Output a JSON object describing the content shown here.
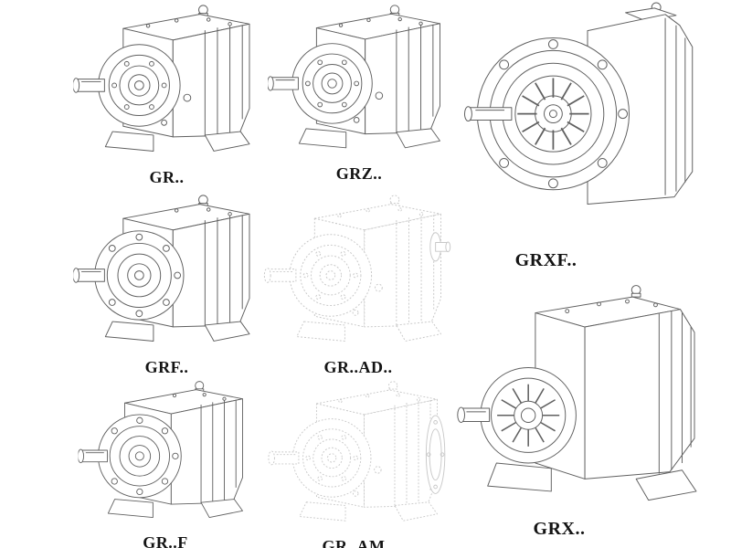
{
  "page": {
    "background_color": "#ffffff",
    "line_color": "#606060",
    "faded_line_color": "#c8c8c8",
    "label_color": "#141414"
  },
  "units": [
    {
      "label": "GR..",
      "drawing": "foot-mounted-helical-gear-reducer",
      "render_style": "solid"
    },
    {
      "label": "GRZ..",
      "drawing": "foot-mounted-helical-gear-reducer",
      "render_style": "solid"
    },
    {
      "label": "GRXF..",
      "drawing": "flange-mounted-helical-gear-reducer",
      "render_style": "solid"
    },
    {
      "label": "GRF..",
      "drawing": "flange-foot-helical-gear-reducer",
      "render_style": "solid"
    },
    {
      "label": "GR..AD..",
      "drawing": "helical-gear-reducer-with-input-adapter",
      "render_style": "faded-dashed"
    },
    {
      "label": "GR..F",
      "drawing": "flange-foot-helical-gear-reducer",
      "render_style": "solid"
    },
    {
      "label": "GR..AM..",
      "drawing": "helical-gear-reducer-with-motor-flange-adapter",
      "render_style": "faded-dashed"
    },
    {
      "label": "GRX..",
      "drawing": "large-foot-mounted-helical-gear-reducer",
      "render_style": "solid"
    }
  ]
}
